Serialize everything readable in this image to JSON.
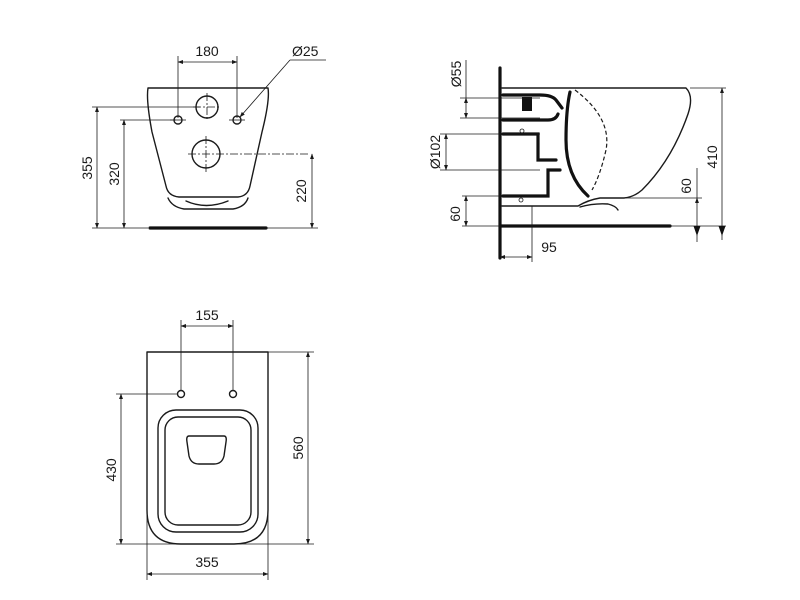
{
  "front_view": {
    "width_holes": "180",
    "hole_diameter": "Ø25",
    "total_height": "355",
    "holes_height": "320",
    "outlet_height": "220"
  },
  "side_view": {
    "inlet_diameter": "Ø55",
    "outlet_diameter": "Ø102",
    "total_height": "410",
    "right_height": "60",
    "left_height": "60",
    "wall_offset": "95"
  },
  "top_view": {
    "width_holes": "155",
    "holes_depth": "430",
    "total_depth": "560",
    "total_width": "355"
  }
}
